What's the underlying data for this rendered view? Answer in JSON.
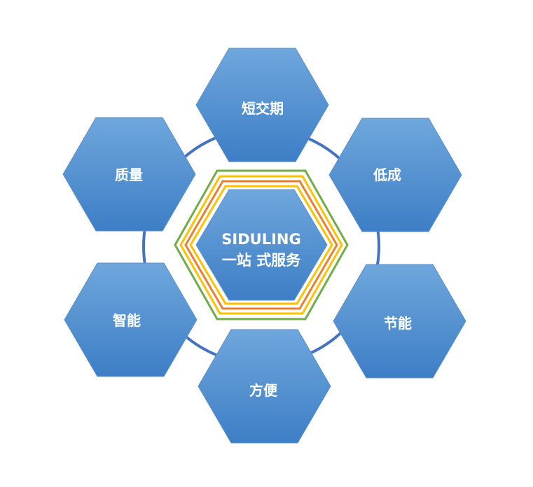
{
  "center": {
    "line1": "SIDULING",
    "line2": "一站 式服务"
  },
  "nodes": [
    {
      "label": "短交期"
    },
    {
      "label": "低成"
    },
    {
      "label": "节能"
    },
    {
      "label": "方便"
    },
    {
      "label": "智能"
    },
    {
      "label": "质量"
    }
  ],
  "colors": {
    "hex_top": "#6fa7dc",
    "hex_bottom": "#3d7ec6",
    "hex_border": "#5a8fcc",
    "ring": "#4472c4",
    "frame_outer": "#70ad47",
    "frame_2": "#ffc000",
    "frame_3": "#ed7d31",
    "frame_inner": "#ffc000"
  }
}
